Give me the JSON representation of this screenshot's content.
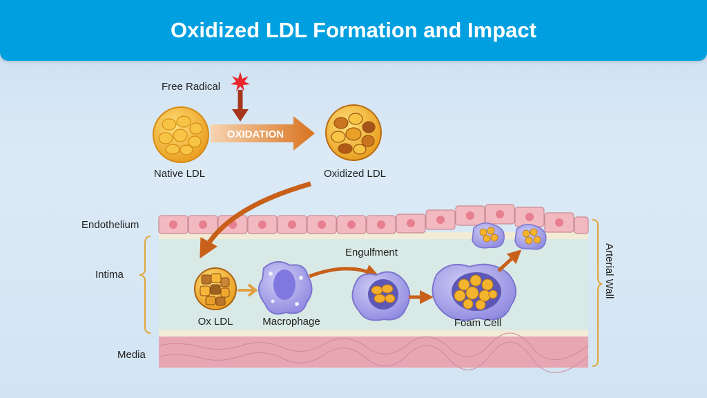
{
  "header": {
    "title": "Oxidized LDL Formation and Impact"
  },
  "top": {
    "free_radical": "Free Radical",
    "oxidation": "OXIDATION",
    "native_ldl": "Native LDL",
    "oxidized_ldl": "Oxidized LDL"
  },
  "layers": {
    "endothelium": "Endothelium",
    "intima": "Intima",
    "media": "Media",
    "arterial_wall": "Arterial Wall"
  },
  "process": {
    "ox_ldl": "Ox LDL",
    "macrophage": "Macrophage",
    "engulfment": "Engulfment",
    "foam_cell": "Foam Cell"
  },
  "colors": {
    "header": "#00a0e0",
    "arrow": "#c8601a",
    "ldl": "#f2b22c",
    "macrophage": "#a9a6ea",
    "endothelium": "#f3b9c0",
    "intima": "#d9e9e6",
    "media": "#e6a7b3"
  }
}
